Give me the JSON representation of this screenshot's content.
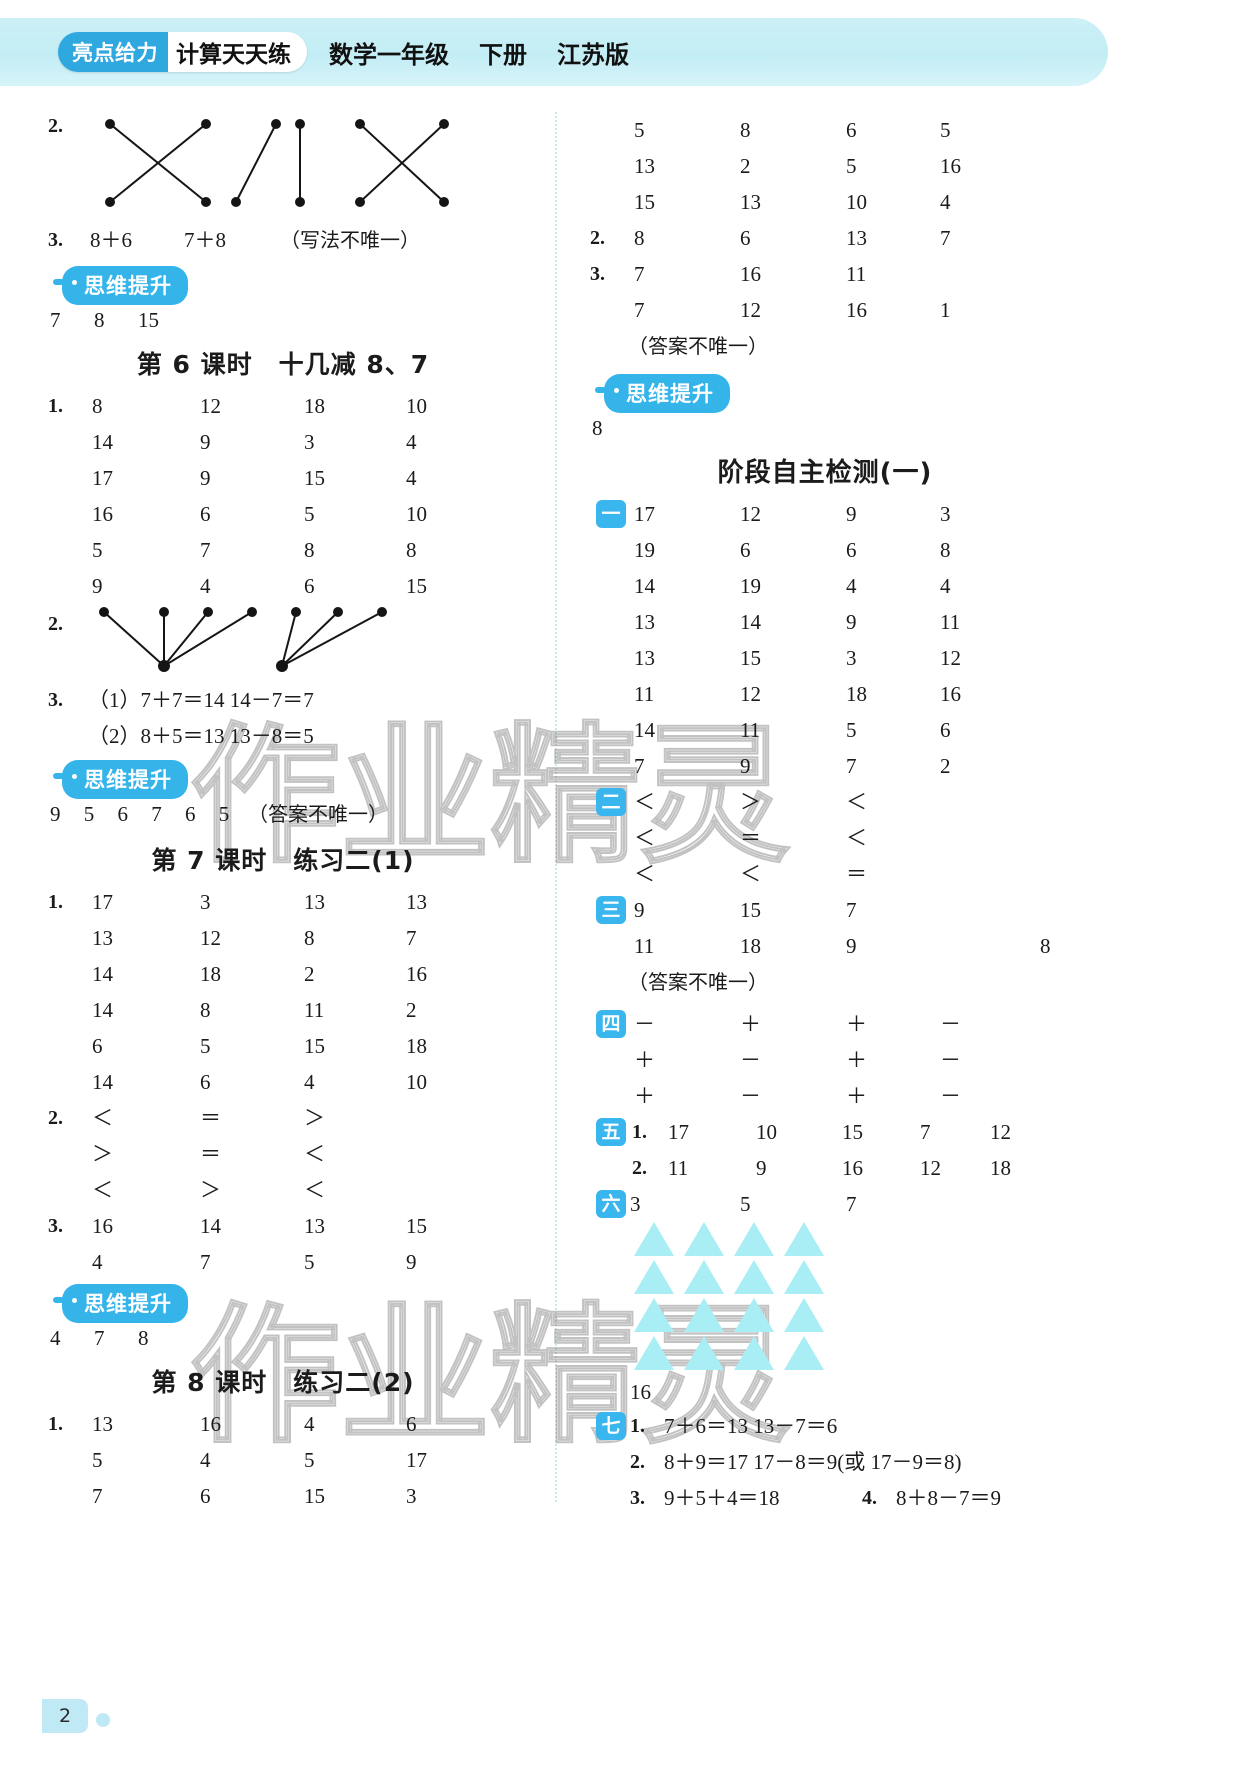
{
  "header": {
    "brand_left": "亮点给力",
    "brand_right": "计算天天练",
    "subject": "数学一年级",
    "volume": "下册",
    "edition": "江苏版"
  },
  "page_number": "2",
  "watermark": {
    "line1": "作业精灵",
    "line2": "作业精灵"
  },
  "labels": {
    "think_badge": "思维提升",
    "answer_not_unique": "（答案不唯一）",
    "answer_not_unique_inline": "（答案不唯一）",
    "n1": "1.",
    "n2": "2.",
    "n3": "3.",
    "cn1": "一",
    "cn2": "二",
    "cn3": "三",
    "cn4": "四",
    "cn5": "五",
    "cn6": "六",
    "cn7": "七"
  },
  "left_column": {
    "top_q2_label": "2.",
    "q3": {
      "label": "3.",
      "a": "8＋6",
      "b": "7＋8",
      "note": "（写法不唯一）"
    },
    "think1": [
      "7",
      "8",
      "15"
    ],
    "lesson6": {
      "title_prefix": "第 6 课时",
      "title_name": "十几减 8、7",
      "q1_label": "1.",
      "q1_rows": [
        [
          "8",
          "12",
          "18",
          "10"
        ],
        [
          "14",
          "9",
          "3",
          "4"
        ],
        [
          "17",
          "9",
          "15",
          "4"
        ],
        [
          "16",
          "6",
          "5",
          "10"
        ],
        [
          "5",
          "7",
          "8",
          "8"
        ],
        [
          "9",
          "4",
          "6",
          "15"
        ]
      ],
      "q2_label": "2.",
      "q3_label": "3.",
      "q3_line1": "（1）7＋7＝14   14－7＝7",
      "q3_line2": "（2）8＋5＝13   13－8＝5",
      "think": "9  5  6  7  6  5",
      "think_note": "（答案不唯一）"
    },
    "lesson7": {
      "title_prefix": "第 7 课时",
      "title_name": "练习二(1)",
      "q1_label": "1.",
      "q1_rows": [
        [
          "17",
          "3",
          "13",
          "13"
        ],
        [
          "13",
          "12",
          "8",
          "7"
        ],
        [
          "14",
          "18",
          "2",
          "16"
        ],
        [
          "14",
          "8",
          "11",
          "2"
        ],
        [
          "6",
          "5",
          "15",
          "18"
        ],
        [
          "14",
          "6",
          "4",
          "10"
        ]
      ],
      "q2_label": "2.",
      "q2_rows": [
        [
          "＜",
          "＝",
          "＞"
        ],
        [
          "＞",
          "＝",
          "＜"
        ],
        [
          "＜",
          "＞",
          "＜"
        ]
      ],
      "q3_label": "3.",
      "q3_rows": [
        [
          "16",
          "14",
          "13",
          "15"
        ],
        [
          "4",
          "7",
          "5",
          "9"
        ]
      ],
      "think": [
        "4",
        "7",
        "8"
      ]
    },
    "lesson8": {
      "title_prefix": "第 8 课时",
      "title_name": "练习二(2)",
      "q1_label": "1.",
      "q1_rows": [
        [
          "13",
          "16",
          "4",
          "6"
        ],
        [
          "5",
          "4",
          "5",
          "17"
        ],
        [
          "7",
          "6",
          "15",
          "3"
        ]
      ]
    }
  },
  "right_column": {
    "cont_rows": [
      [
        "5",
        "8",
        "6",
        "5"
      ],
      [
        "13",
        "2",
        "5",
        "16"
      ],
      [
        "15",
        "13",
        "10",
        "4"
      ]
    ],
    "q2": {
      "label": "2.",
      "values": [
        "8",
        "6",
        "13",
        "7"
      ]
    },
    "q3": {
      "label": "3.",
      "rows": [
        [
          "7",
          "16",
          "11",
          ""
        ],
        [
          "7",
          "12",
          "16",
          "1"
        ]
      ],
      "note": "（答案不唯一）"
    },
    "think": "8",
    "exam": {
      "title": "阶段自主检测(一)",
      "sec1": {
        "cn": "一",
        "rows": [
          [
            "17",
            "12",
            "9",
            "3"
          ],
          [
            "19",
            "6",
            "6",
            "8"
          ],
          [
            "14",
            "19",
            "4",
            "4"
          ],
          [
            "13",
            "14",
            "9",
            "11"
          ],
          [
            "13",
            "15",
            "3",
            "12"
          ],
          [
            "11",
            "12",
            "18",
            "16"
          ],
          [
            "14",
            "11",
            "5",
            "6"
          ],
          [
            "7",
            "9",
            "7",
            "2"
          ]
        ]
      },
      "sec2": {
        "cn": "二",
        "rows": [
          [
            "＜",
            "＞",
            "＜"
          ],
          [
            "＜",
            "＝",
            "＜"
          ],
          [
            "＜",
            "＜",
            "＝"
          ]
        ]
      },
      "sec3": {
        "cn": "三",
        "rows": [
          [
            "9",
            "15",
            "7",
            ""
          ],
          [
            "11",
            "18",
            "9",
            "8"
          ]
        ],
        "note": "（答案不唯一）"
      },
      "sec4": {
        "cn": "四",
        "rows": [
          [
            "－",
            "＋",
            "＋",
            "－"
          ],
          [
            "＋",
            "－",
            "＋",
            "－"
          ],
          [
            "＋",
            "－",
            "＋",
            "－"
          ]
        ]
      },
      "sec5": {
        "cn": "五",
        "r1_label": "1.",
        "r1": [
          "17",
          "10",
          "15",
          "7",
          "12"
        ],
        "r2_label": "2.",
        "r2": [
          "11",
          "9",
          "16",
          "12",
          "18"
        ]
      },
      "sec6": {
        "cn": "六",
        "values": [
          "3",
          "5",
          "7"
        ],
        "triangle_rows": 4,
        "triangle_cols": 4,
        "outlined_index": 12,
        "total": "16"
      },
      "sec7": {
        "cn": "七",
        "i1_label": "1.",
        "i1": "7＋6＝13   13－7＝6",
        "i2_label": "2.",
        "i2": "8＋9＝17   17－8＝9(或 17－9＝8)",
        "i3_label": "3.",
        "i3": "9＋5＋4＝18",
        "i4_label": "4.",
        "i4": "8＋8－7＝9"
      }
    }
  },
  "colors": {
    "accent": "#35b4ea",
    "banner": "#c8eff6",
    "triangle_fill": "#a9eef5"
  }
}
